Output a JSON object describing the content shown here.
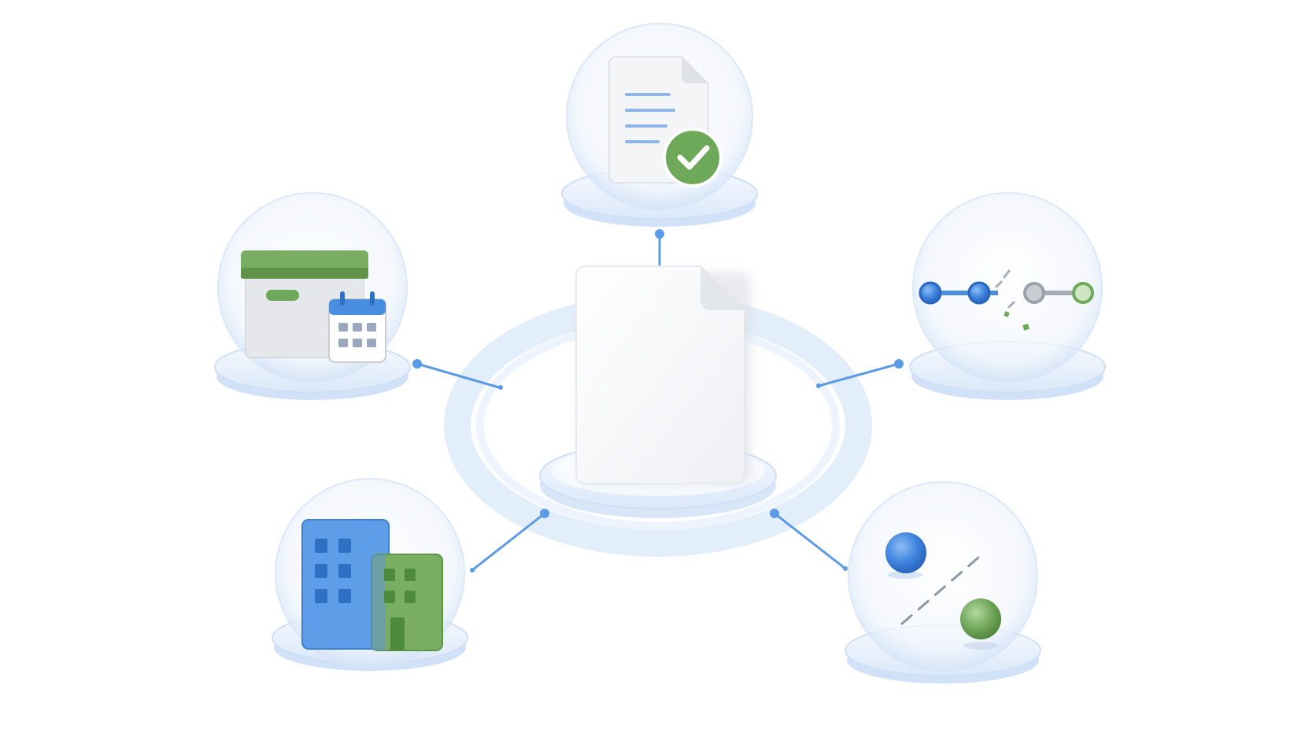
{
  "diagram": {
    "center": {
      "icon": "blank-document-icon"
    },
    "nodes": [
      {
        "id": "approved-document",
        "icon": "document-check-icon"
      },
      {
        "id": "archive-schedule",
        "icon": "archive-box-calendar-icon"
      },
      {
        "id": "broken-chain",
        "icon": "broken-chain-icon"
      },
      {
        "id": "organizations",
        "icon": "buildings-icon"
      },
      {
        "id": "separated-parties",
        "icon": "separated-spheres-icon"
      }
    ]
  },
  "colors": {
    "connector": "#5b9be6",
    "blue": "#4a8ee0",
    "green": "#79ad63",
    "ring": "#cfe1f8",
    "grey": "#a7acb6"
  }
}
